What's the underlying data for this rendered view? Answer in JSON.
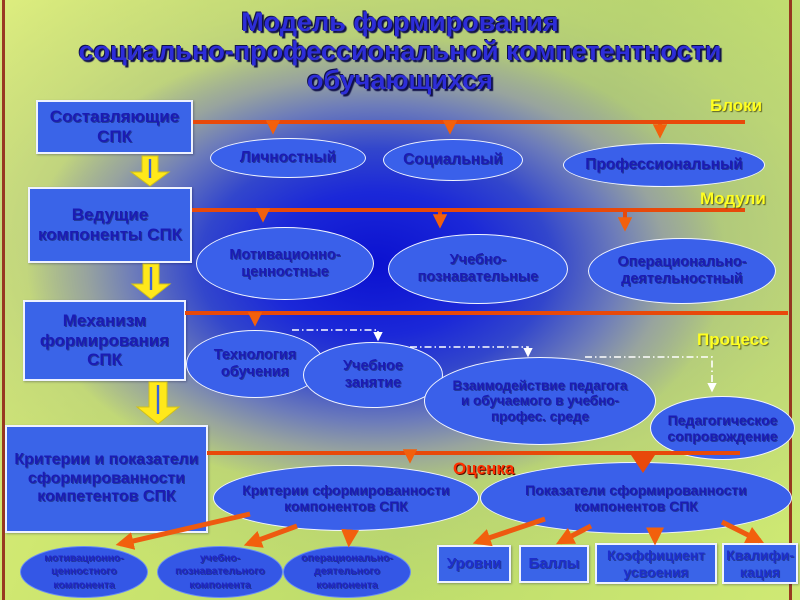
{
  "slide": {
    "title_lines": [
      "Модель формирования",
      "социально-профессиональной компетентности",
      "обучающихся"
    ],
    "stage_labels": {
      "blocks": "Блоки",
      "modules": "Модули",
      "process": "Процесс",
      "evaluation": "Оценка"
    },
    "left_boxes": [
      {
        "label": "Составляющие СПК"
      },
      {
        "label": "Ведущие компоненты СПК"
      },
      {
        "label": "Механизм формирования СПК"
      },
      {
        "label": "Критерии и показатели сформированности компетентов СПК"
      }
    ],
    "blocks_row": [
      "Личностный",
      "Социальный",
      "Профессиональный"
    ],
    "modules_row": [
      "Мотивационно-ценностные",
      "Учебно-познавательные",
      "Операционально-деятельностный"
    ],
    "process_row": [
      "Технология обучения",
      "Учебное занятие",
      "Взаимодействие педагога и обучаемого в учебно-профес. среде",
      "Педагогическое сопровождение"
    ],
    "evaluation_row": [
      "Критерии сформированности компонентов СПК",
      "Показатели сформированности компонентов СПК"
    ],
    "component_ellipses": [
      "мотивационно-ценностного компонента",
      "учебно-познавательного компонента",
      "операционально-деятельного компонента"
    ],
    "measure_boxes": [
      "Уровни",
      "Баллы",
      "Коэффициент усвоения",
      "Квалифи-кация"
    ],
    "colors": {
      "shape_fill": "#3a62ea",
      "shape_border": "#f2f5ff",
      "text_blue": "#1b1bb4",
      "connector_orange": "#e8490a",
      "block_arrow_yellow": "#ffe81a",
      "label_yellow": "#ffff22",
      "label_red": "#ff2f00",
      "background_green": "#cce46e",
      "background_blue": "#1020d8",
      "edge_maroon": "#8e1a12"
    }
  }
}
